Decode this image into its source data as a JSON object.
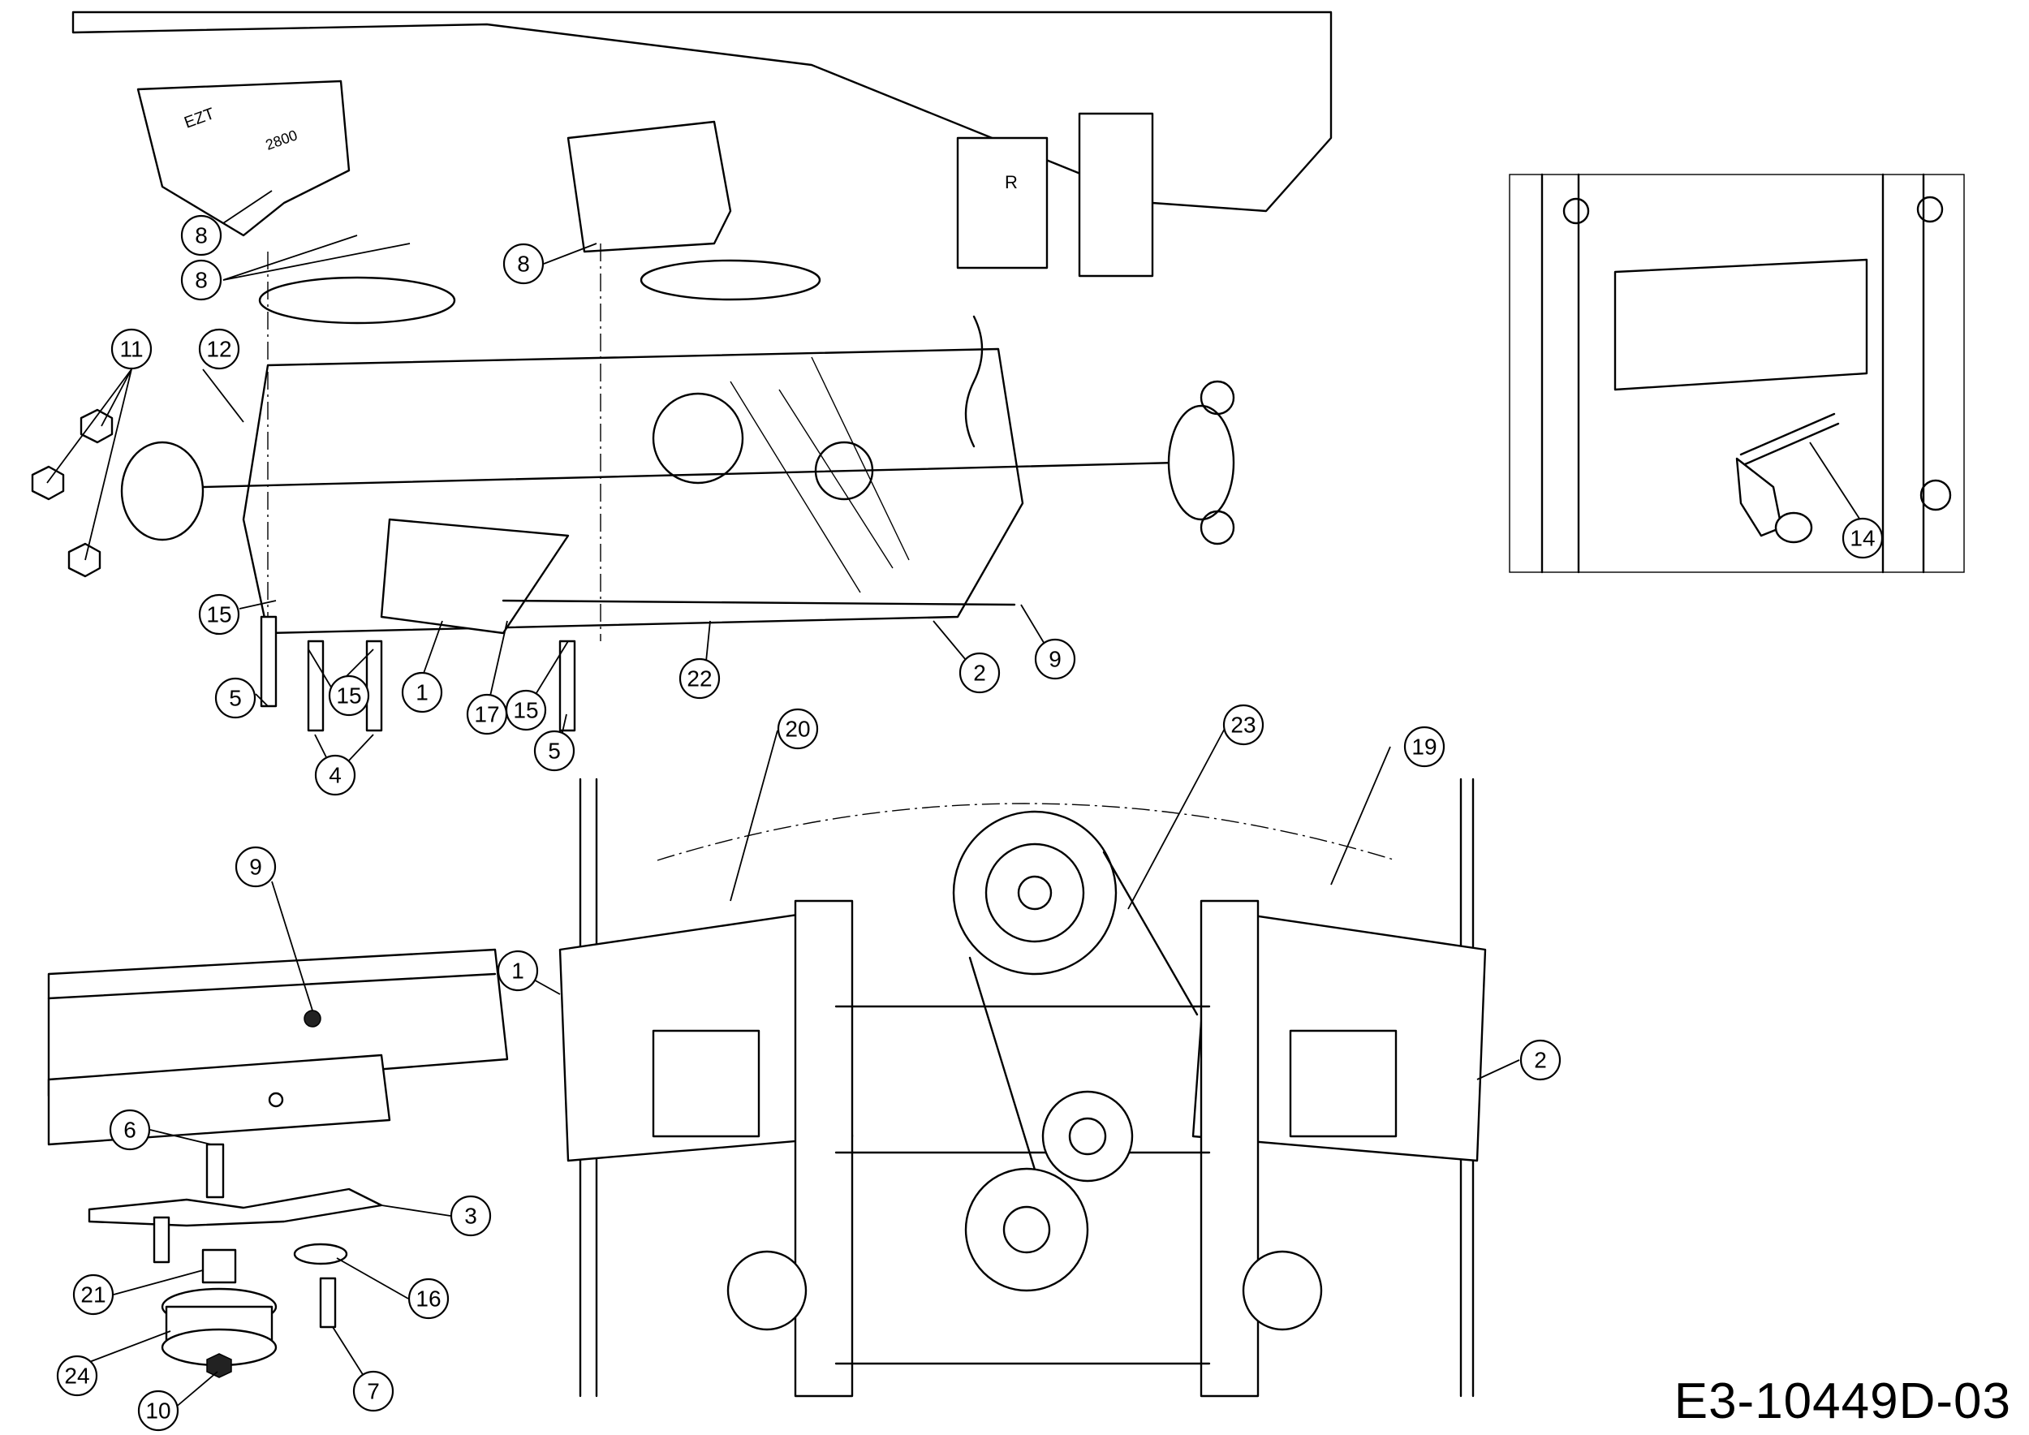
{
  "document_code": "E3-10449D-03",
  "stamped_text": {
    "model_plate": "EZT",
    "model_number": "2800",
    "reverse_mark": "R"
  },
  "callouts": [
    {
      "id": "c-8a",
      "label": "8"
    },
    {
      "id": "c-8b",
      "label": "8"
    },
    {
      "id": "c-8c",
      "label": "8"
    },
    {
      "id": "c-11",
      "label": "11"
    },
    {
      "id": "c-12",
      "label": "12"
    },
    {
      "id": "c-15a",
      "label": "15"
    },
    {
      "id": "c-15b",
      "label": "15"
    },
    {
      "id": "c-15c",
      "label": "15"
    },
    {
      "id": "c-5a",
      "label": "5"
    },
    {
      "id": "c-5b",
      "label": "5"
    },
    {
      "id": "c-1a",
      "label": "1"
    },
    {
      "id": "c-17",
      "label": "17"
    },
    {
      "id": "c-22",
      "label": "22"
    },
    {
      "id": "c-2a",
      "label": "2"
    },
    {
      "id": "c-9a",
      "label": "9"
    },
    {
      "id": "c-4",
      "label": "4"
    },
    {
      "id": "c-14",
      "label": "14"
    },
    {
      "id": "c-20",
      "label": "20"
    },
    {
      "id": "c-23",
      "label": "23"
    },
    {
      "id": "c-19",
      "label": "19"
    },
    {
      "id": "c-9b",
      "label": "9"
    },
    {
      "id": "c-1b",
      "label": "1"
    },
    {
      "id": "c-2b",
      "label": "2"
    },
    {
      "id": "c-6",
      "label": "6"
    },
    {
      "id": "c-3",
      "label": "3"
    },
    {
      "id": "c-21",
      "label": "21"
    },
    {
      "id": "c-16",
      "label": "16"
    },
    {
      "id": "c-24",
      "label": "24"
    },
    {
      "id": "c-10",
      "label": "10"
    },
    {
      "id": "c-7",
      "label": "7"
    }
  ]
}
